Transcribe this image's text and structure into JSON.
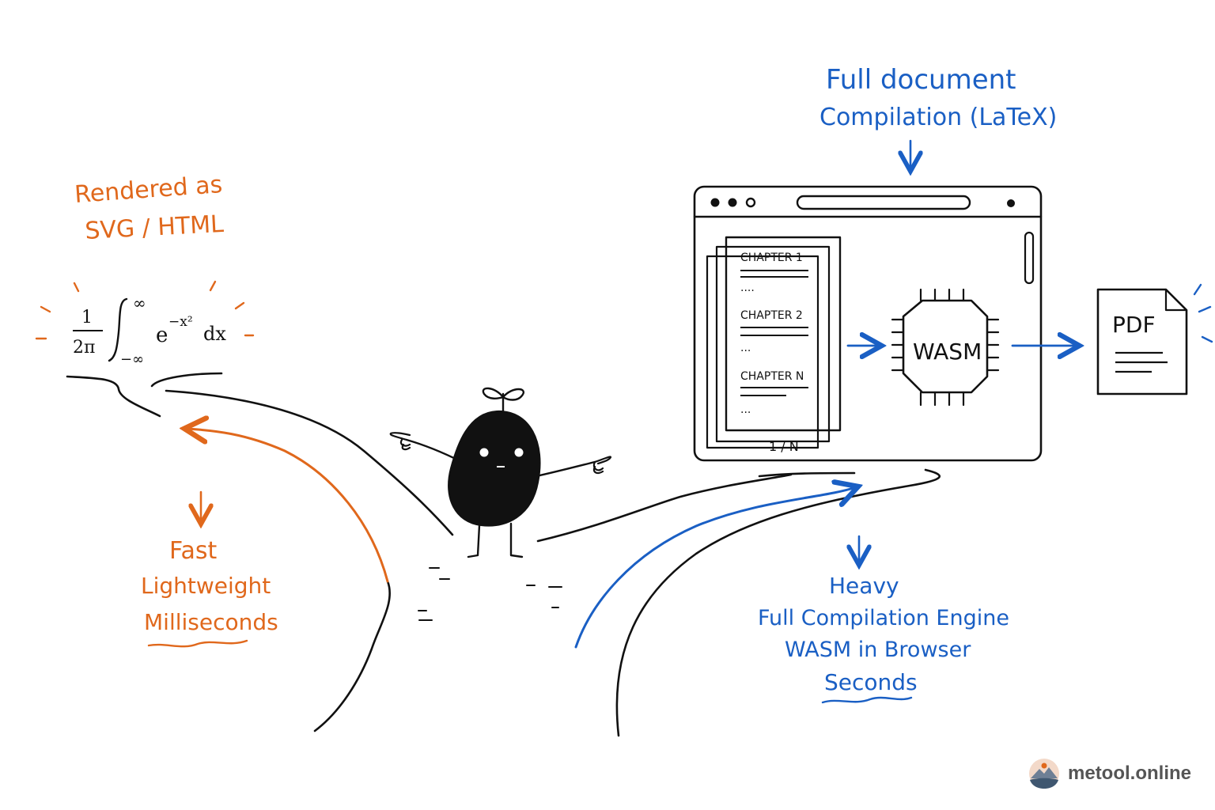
{
  "left_path": {
    "caption_line1": "Rendered as",
    "caption_line2": "SVG / HTML",
    "formula": {
      "numerator": "1",
      "denominator": "2π",
      "upper_limit": "∞",
      "lower_limit": "−∞",
      "base": "e",
      "exponent": "−x²",
      "differential": "dx"
    },
    "traits": [
      "Fast",
      "Lightweight",
      "Milliseconds"
    ]
  },
  "right_path": {
    "caption_line1": "Full document",
    "caption_line2": "Compilation (LaTeX)",
    "chapters": [
      {
        "label": "CHAPTER 1",
        "ellipsis": "...."
      },
      {
        "label": "CHAPTER 2",
        "ellipsis": "..."
      },
      {
        "label": "CHAPTER N",
        "ellipsis": "..."
      }
    ],
    "pager": "1 / N",
    "engine_label": "WASM",
    "output_label": "PDF",
    "traits": [
      "Heavy",
      "Full Compilation Engine",
      "WASM in Browser",
      "Seconds"
    ]
  },
  "brand": {
    "name": "metool.online",
    "icon": "mountain-sunset-logo-icon"
  },
  "colors": {
    "left_accent": "#e0681c",
    "right_accent": "#1a5fc4",
    "ink": "#111111"
  }
}
